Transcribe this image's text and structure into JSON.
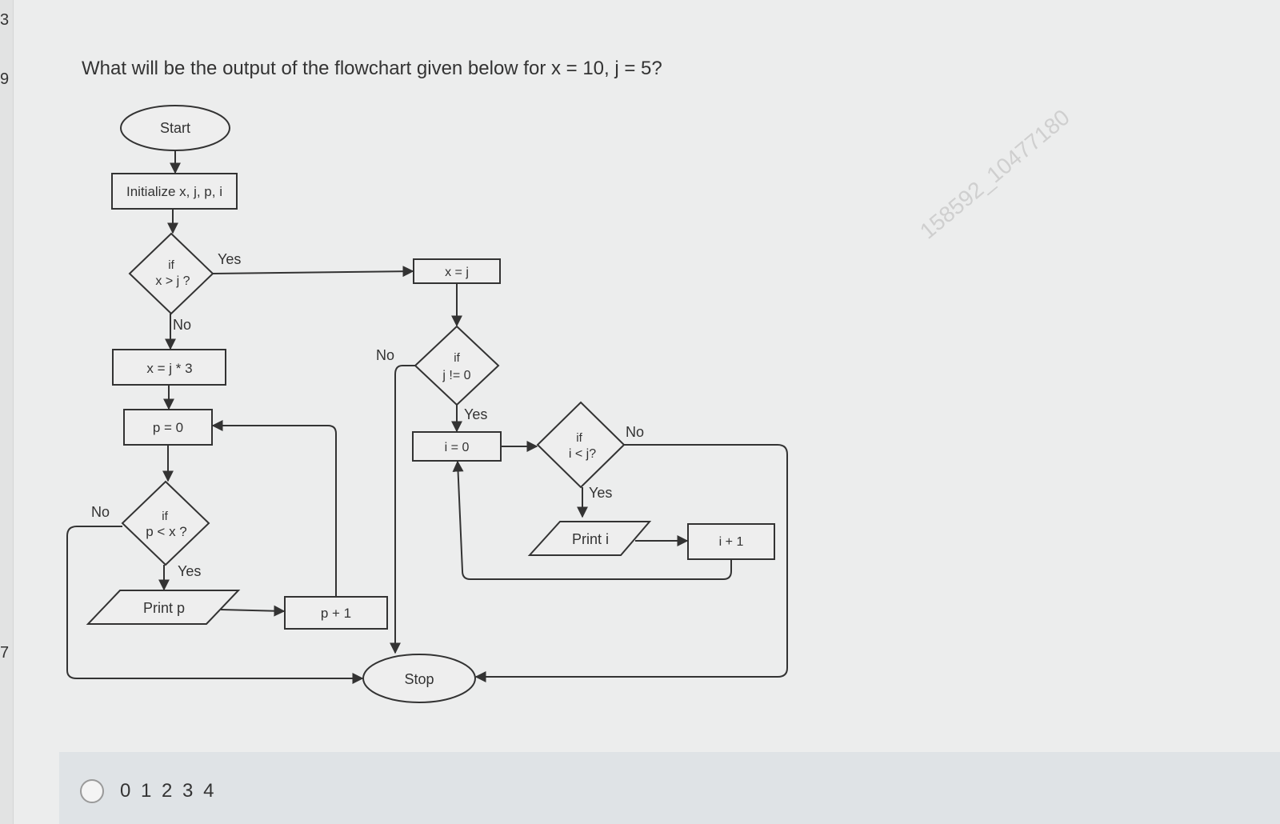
{
  "sidebar": {
    "numbers": [
      "3",
      "9",
      "7"
    ]
  },
  "question": {
    "text": "What will be the output of the flowchart given below for x = 10, j = 5?"
  },
  "flowchart": {
    "start": "Start",
    "init": "Initialize x, j, p, i",
    "cond1": [
      "if",
      "x > j ?"
    ],
    "cond1_yes": "Yes",
    "cond1_no": "No",
    "assign_x_j3": "x = j * 3",
    "assign_p0": "p = 0",
    "cond2": [
      "if",
      "p < x ?"
    ],
    "cond2_no": "No",
    "cond2_yes": "Yes",
    "print_p": "Print p",
    "inc_p": "p + 1",
    "assign_x_j": "x = j",
    "cond3": [
      "if",
      "j != 0"
    ],
    "cond3_no": "No",
    "cond3_yes": "Yes",
    "assign_i0": "i = 0",
    "cond4": [
      "if",
      "i < j?"
    ],
    "cond4_no": "No",
    "cond4_yes": "Yes",
    "print_i": "Print i",
    "inc_i": "i + 1",
    "stop": "Stop"
  },
  "answer": {
    "option_label": "0 1 2 3 4"
  },
  "watermark": "158592_10477180"
}
